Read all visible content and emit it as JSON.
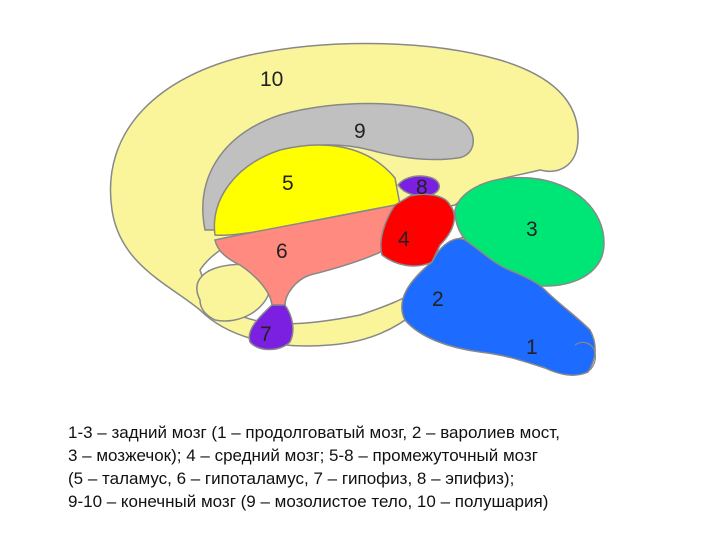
{
  "labels": {
    "hemispheres": "10",
    "corpus_callosum": "9",
    "thalamus": "5",
    "epiphysis": "8",
    "midbrain": "4",
    "cerebellum": "3",
    "hypothalamus": "6",
    "pons": "2",
    "hypophysis": "7",
    "medulla": "1"
  },
  "colors": {
    "hemispheres": "#FAF59B",
    "corpus_callosum": "#C0C0C0",
    "thalamus": "#FFFF00",
    "hypothalamus": "#FF8A80",
    "midbrain": "#FF0000",
    "epiphysis": "#7B1FE0",
    "hypophysis": "#7B1FE0",
    "cerebellum": "#00E676",
    "pons_medulla": "#1E6BFF",
    "outline": "#888888"
  },
  "caption": {
    "line1": "1-3 – задний мозг (1 – продолговатый мозг, 2 – варолиев мост,",
    "line2": "3 – мозжечок); 4 – средний мозг; 5-8 – промежуточный мозг",
    "line3": "(5 – таламус, 6 – гипоталамус, 7 – гипофиз, 8 – эпифиз);",
    "line4": "9-10 – конечный мозг (9 – мозолистое тело, 10 – полушария)"
  }
}
